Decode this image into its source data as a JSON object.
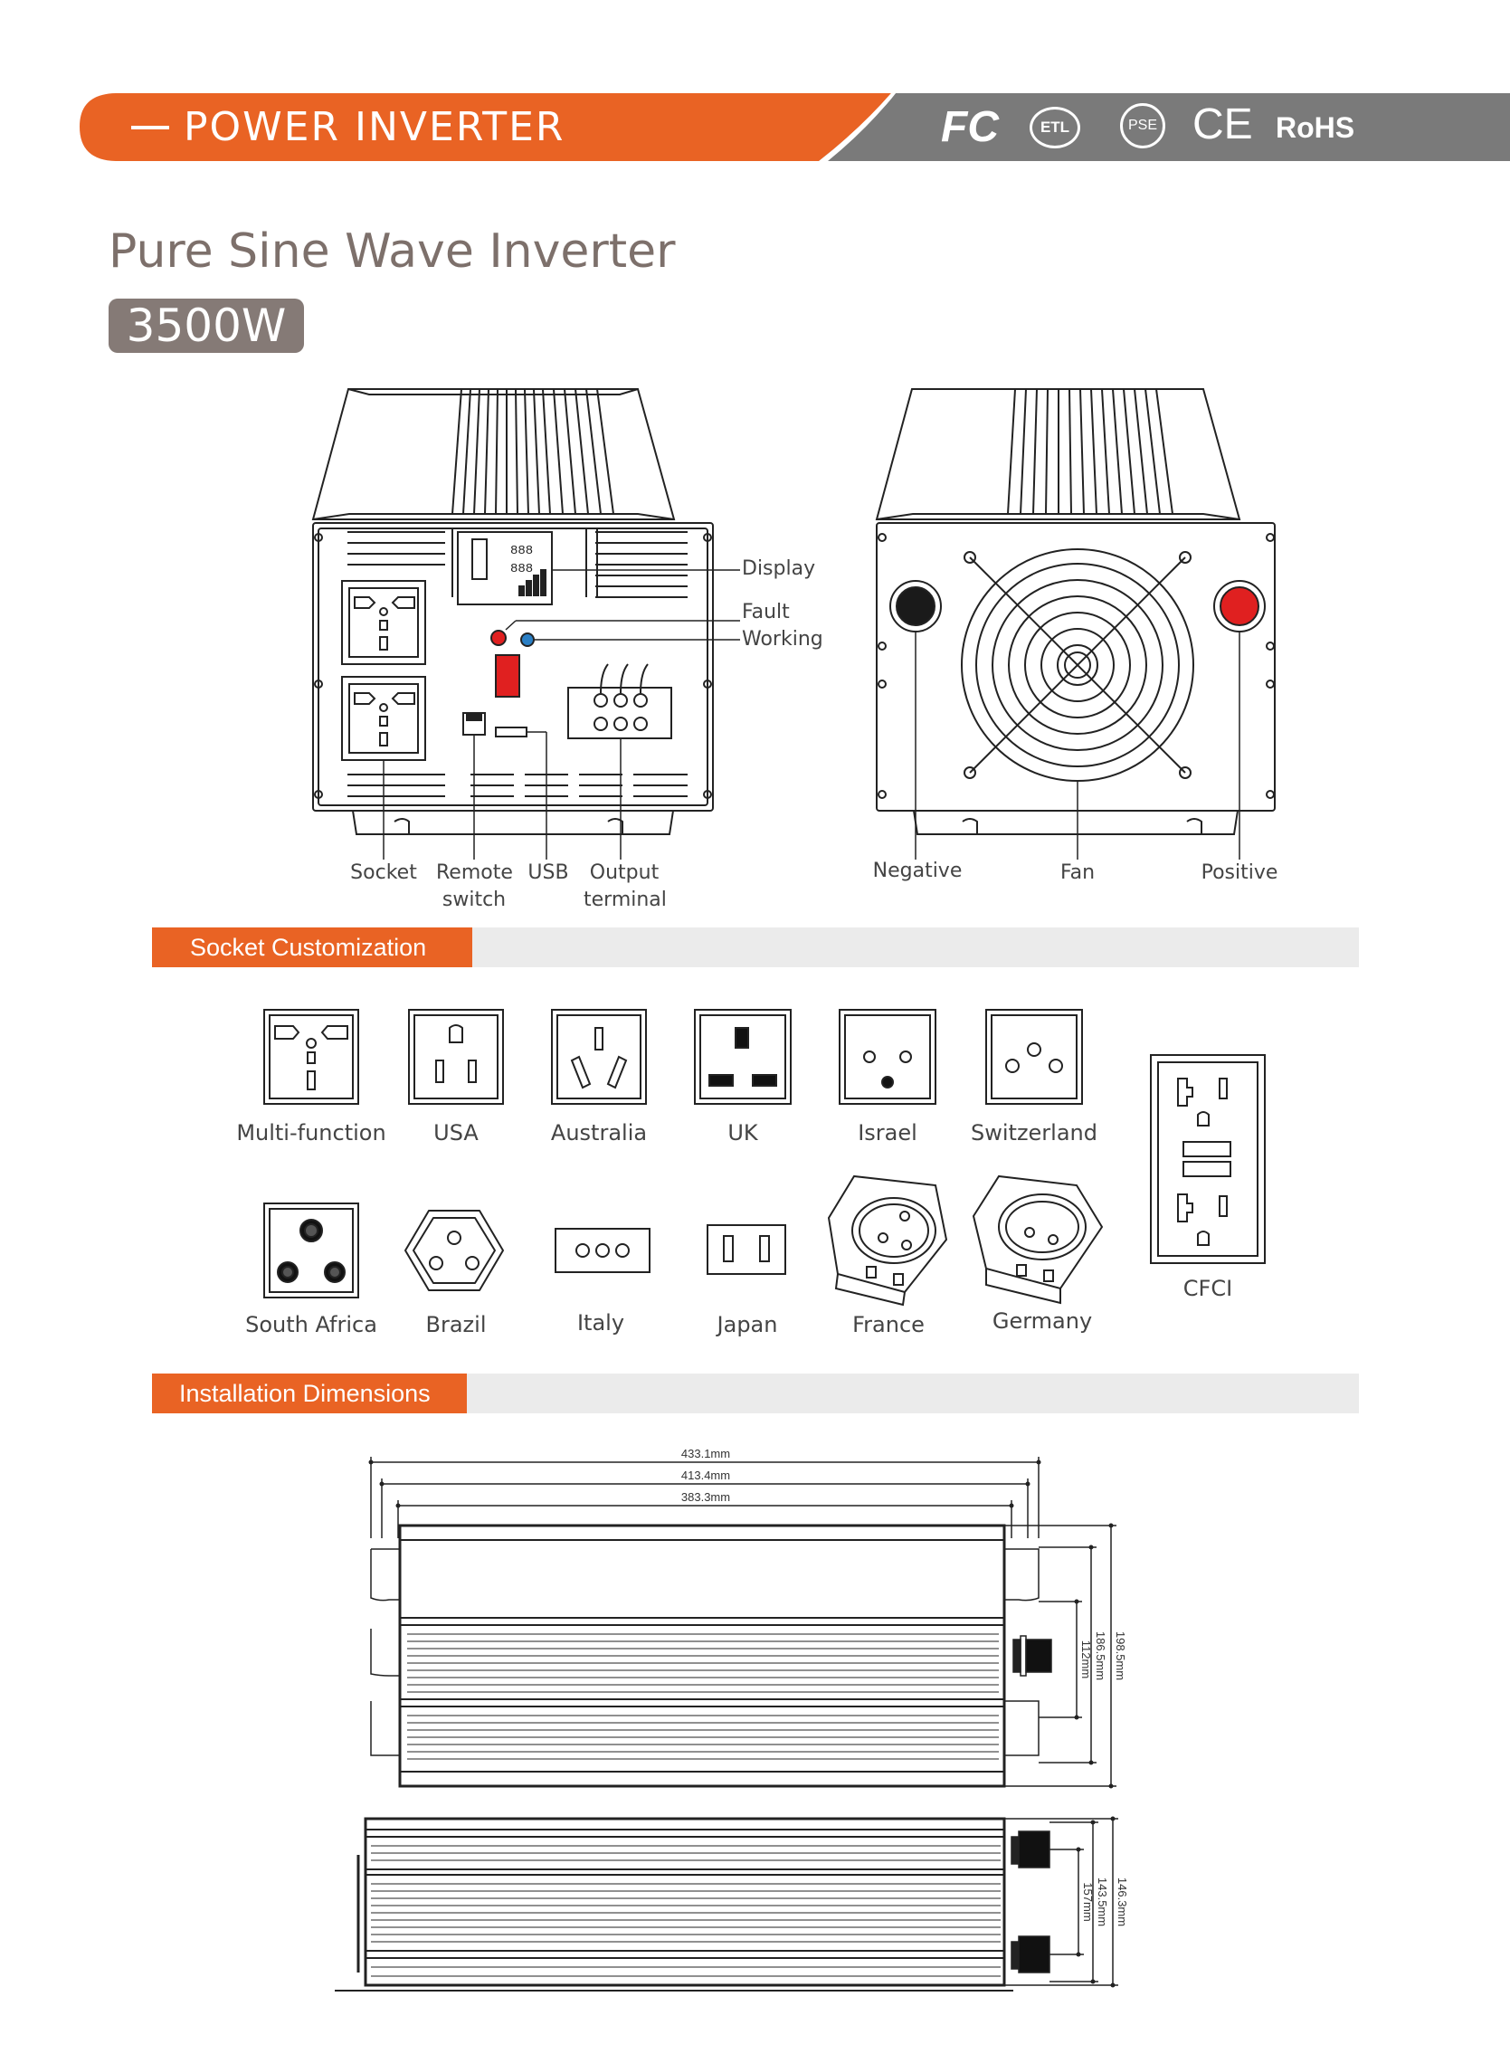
{
  "header": {
    "title": "POWER INVERTER",
    "certifications": [
      "FC",
      "ETL",
      "PSE",
      "CE",
      "RoHS"
    ],
    "brand_color": "#e96324",
    "bar_color": "#7a7a7a"
  },
  "product": {
    "subtitle": "Pure Sine Wave Inverter",
    "power": "3500W",
    "badge_color": "#857a76"
  },
  "front_labels": {
    "display": "Display",
    "fault": "Fault",
    "working": "Working",
    "socket": "Socket",
    "remote_switch": "Remote switch",
    "usb": "USB",
    "output_terminal": "Output terminal"
  },
  "rear_labels": {
    "negative": "Negative",
    "fan": "Fan",
    "positive": "Positive"
  },
  "sockets_section": {
    "title": "Socket Customization",
    "row1": [
      "Multi-function",
      "USA",
      "Australia",
      "UK",
      "Israel",
      "Switzerland"
    ],
    "row2": [
      "South Africa",
      "Brazil",
      "Italy",
      "Japan",
      "France",
      "Germany"
    ],
    "side": "CFCI"
  },
  "dimensions_section": {
    "title": "Installation Dimensions",
    "top_view": {
      "widths": [
        "433.1mm",
        "413.4mm",
        "383.3mm"
      ],
      "heights": [
        "198.5mm",
        "186.5mm",
        "112mm"
      ]
    },
    "side_view": {
      "heights": [
        "146.3mm",
        "143.5mm",
        "157mm"
      ]
    }
  }
}
